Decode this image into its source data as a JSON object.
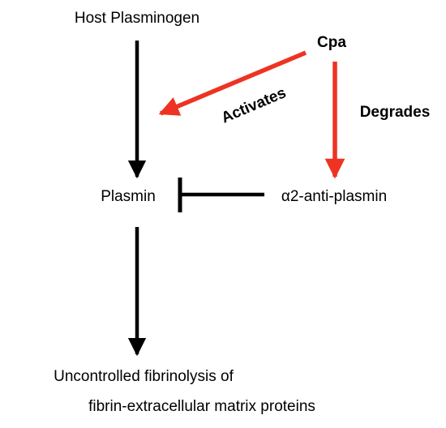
{
  "nodes": {
    "host_plasminogen": "Host Plasminogen",
    "cpa": "Cpa",
    "plasmin": "Plasmin",
    "alpha2_antiplasmin": "α2-anti-plasmin",
    "fibrinolysis_line1": "Uncontrolled fibrinolysis of",
    "fibrinolysis_line2": "fibrin-extracellular matrix proteins"
  },
  "edges": {
    "activates": "Activates",
    "degrades": "Degrades"
  },
  "colors": {
    "black_arrow": "#000000",
    "red_arrow": "#ee3322",
    "text": "#000000"
  }
}
